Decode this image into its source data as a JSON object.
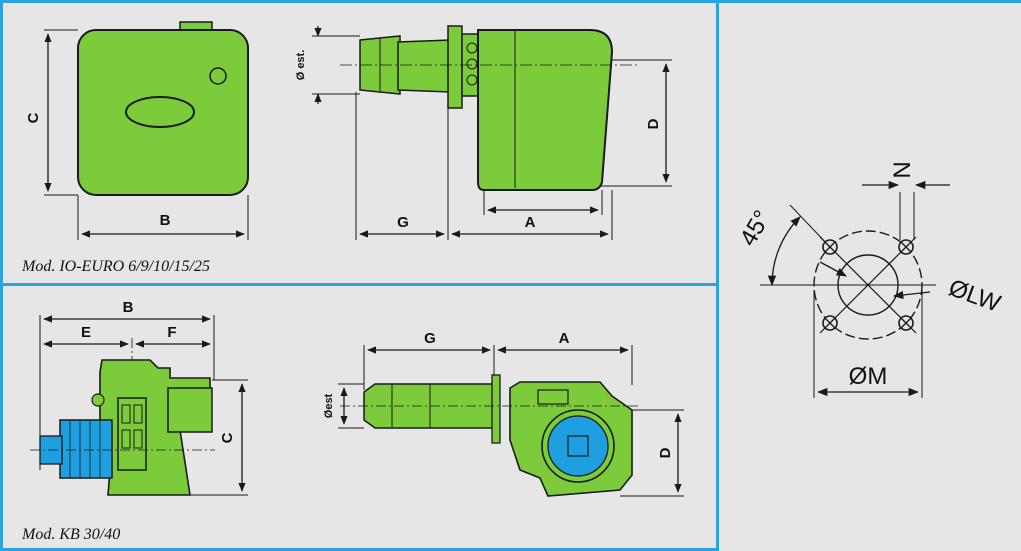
{
  "panels": {
    "top_left": {
      "caption": "Mod. IO-EURO 6/9/10/15/25",
      "front_labels": {
        "width": "B",
        "height": "C"
      },
      "side_labels": {
        "nozzle": "Ø est.",
        "left": "G",
        "right": "A",
        "height": "D"
      }
    },
    "bottom_left": {
      "caption": "Mod. KB 30/40",
      "front_labels": {
        "total": "B",
        "left": "E",
        "right": "F",
        "height": "C"
      },
      "side_labels": {
        "nozzle": "Øest",
        "left": "G",
        "right": "A",
        "height": "D"
      }
    },
    "right": {
      "labels": {
        "angle": "45°",
        "slot": "N",
        "inner": "ØLW",
        "outer": "ØM"
      }
    }
  },
  "colors": {
    "body_green": "#7ccb3a",
    "line": "#1a1a1a",
    "accent_blue": "#2aa3e0",
    "motor_blue": "#1ea0e0",
    "background": "#e6e6e6"
  }
}
